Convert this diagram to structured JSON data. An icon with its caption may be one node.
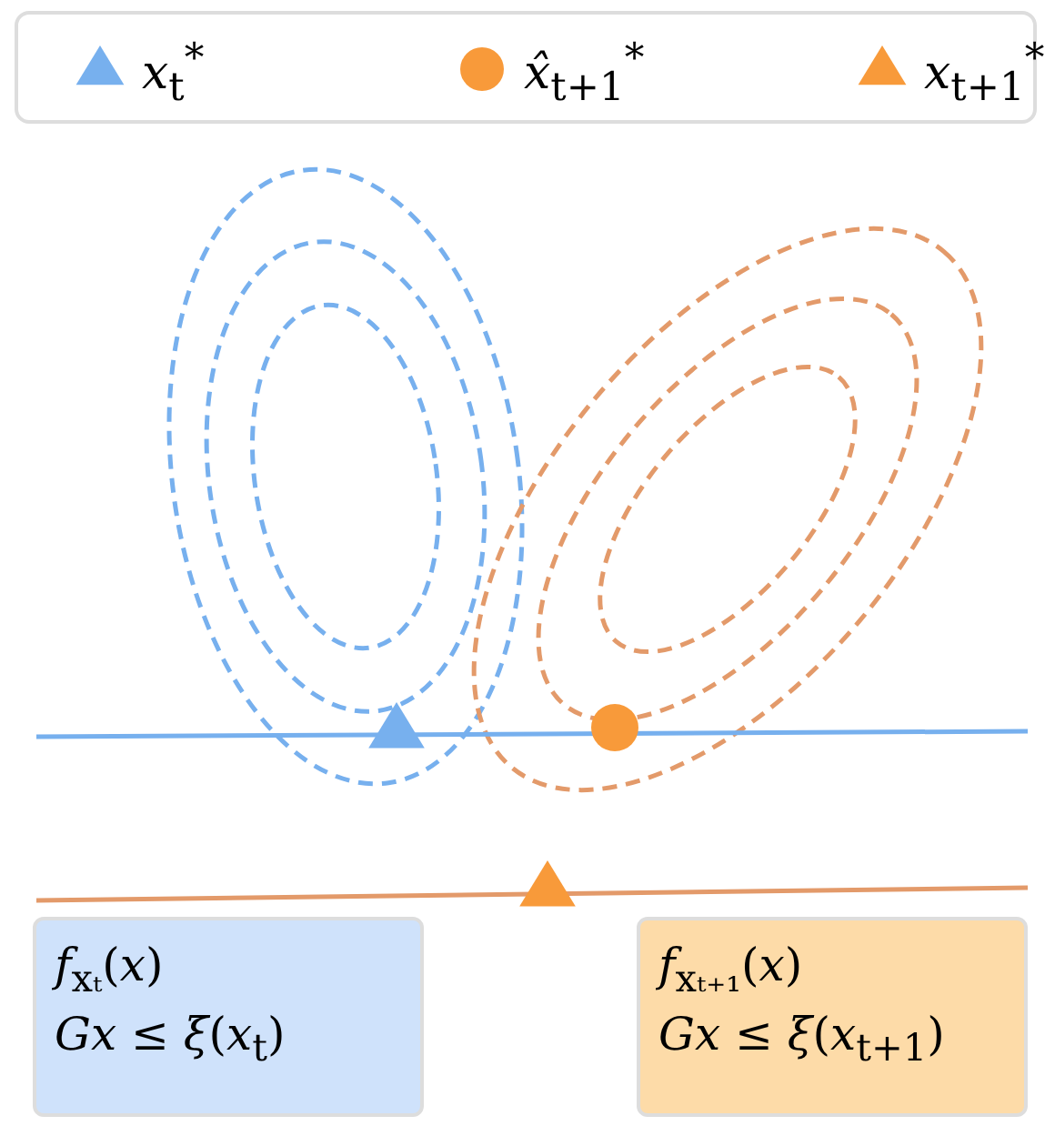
{
  "diagram": {
    "nodes": [
      {
        "text": [
          "*f*$_{xₜ}$(*x*)",
          "*Gx* ≤ *ξ*(*x*$_{t}$)"
        ]
      },
      {
        "text": [
          "*f*$_{xₜ₊₁}$(*x*)",
          "*Gx* ≤ *ξ*(*x*$_{t+1}$)"
        ]
      }
    ],
    "legend": [
      {
        "text": "*x*$_{t}$$^{*}$"
      },
      {
        "text": "*x̂*$_{t+1}$$^{*}$"
      },
      {
        "text": "*x*$_{t+1}$$^{*}$"
      }
    ]
  }
}
